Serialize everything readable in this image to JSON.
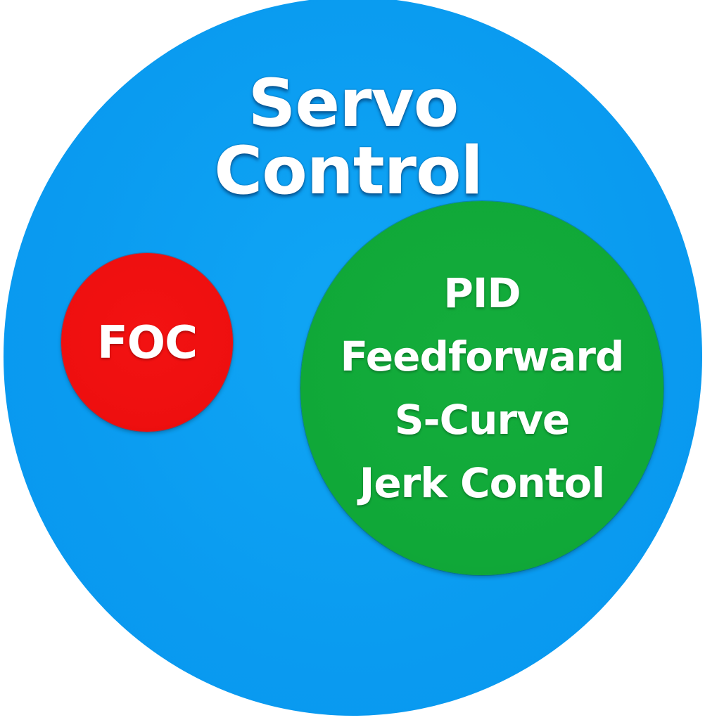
{
  "diagram": {
    "type": "nested-circles",
    "outer": {
      "title_lines": [
        "Servo",
        "Control"
      ],
      "color": "#0a9bf0"
    },
    "inner_circles": [
      {
        "id": "foc",
        "lines": [
          "FOC"
        ],
        "color": "#ee0f0f"
      },
      {
        "id": "motion",
        "lines": [
          "PID",
          "Feedforward",
          "S-Curve",
          "Jerk Contol"
        ],
        "color": "#10a838"
      }
    ],
    "text_color": "#ffffff",
    "background": "#ffffff"
  }
}
